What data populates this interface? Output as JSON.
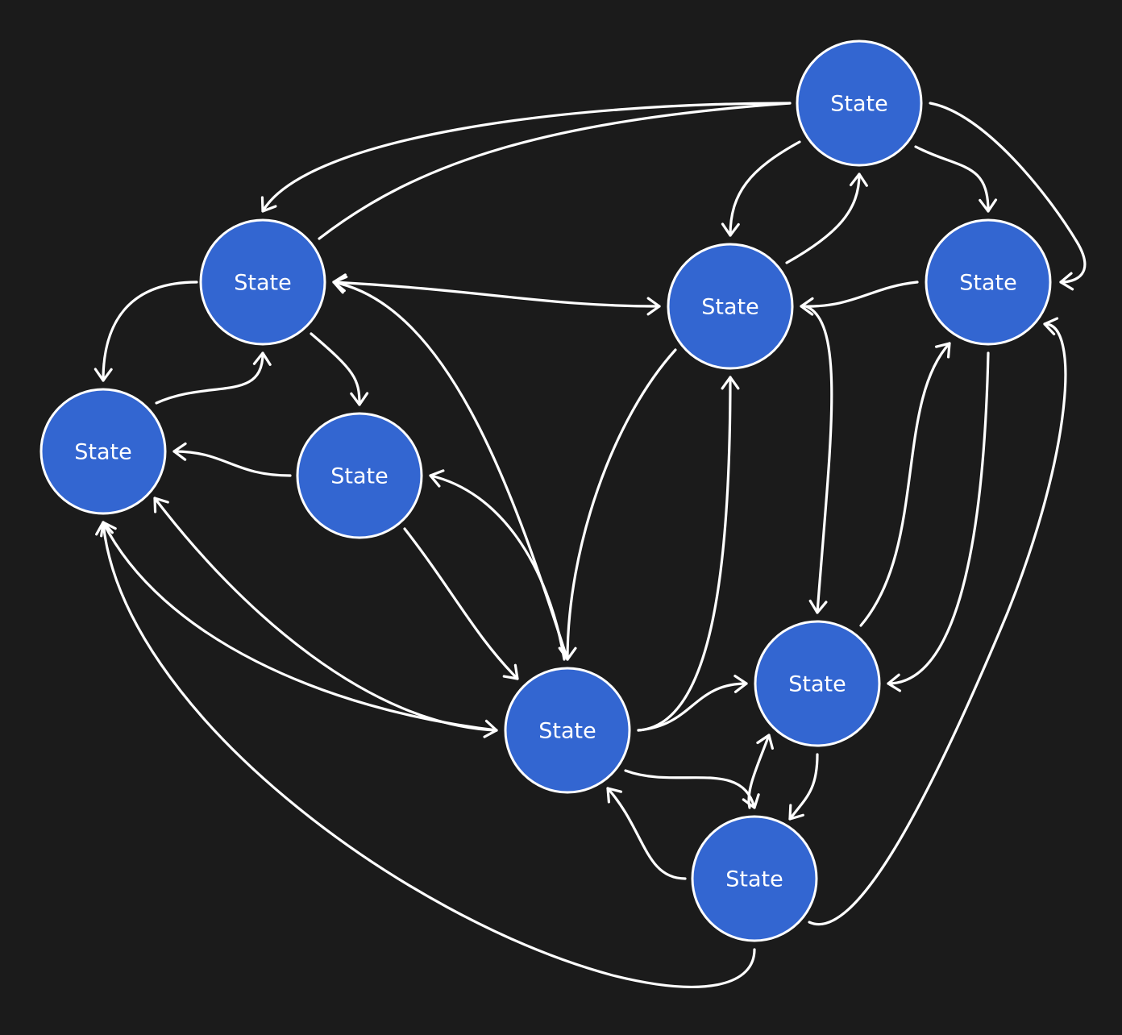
{
  "diagram": {
    "type": "state-diagram",
    "colors": {
      "background": "#1b1b1b",
      "node_fill": "#3366d1",
      "node_stroke": "#ffffff",
      "edge": "#ffffff",
      "label": "#ffffff"
    },
    "nodes": [
      {
        "id": "s_top",
        "label": "State"
      },
      {
        "id": "s_ul",
        "label": "State"
      },
      {
        "id": "s_center",
        "label": "State"
      },
      {
        "id": "s_right",
        "label": "State"
      },
      {
        "id": "s_left",
        "label": "State"
      },
      {
        "id": "s_mid",
        "label": "State"
      },
      {
        "id": "s_bot",
        "label": "State"
      },
      {
        "id": "s_br",
        "label": "State"
      },
      {
        "id": "s_low",
        "label": "State"
      }
    ],
    "edges": [
      {
        "from": "s_top",
        "to": "s_ul",
        "directed": true
      },
      {
        "from": "s_ul",
        "to": "s_top",
        "directed": true
      },
      {
        "from": "s_top",
        "to": "s_center",
        "directed": true
      },
      {
        "from": "s_center",
        "to": "s_top",
        "directed": true
      },
      {
        "from": "s_top",
        "to": "s_right",
        "directed": true
      },
      {
        "from": "s_top",
        "to": "s_right",
        "directed": true
      },
      {
        "from": "s_ul",
        "to": "s_center",
        "directed": true,
        "bidirectional": true
      },
      {
        "from": "s_ul",
        "to": "s_left",
        "directed": true
      },
      {
        "from": "s_left",
        "to": "s_ul",
        "directed": true
      },
      {
        "from": "s_ul",
        "to": "s_mid",
        "directed": true
      },
      {
        "from": "s_bot",
        "to": "s_ul",
        "directed": true
      },
      {
        "from": "s_mid",
        "to": "s_left",
        "directed": true
      },
      {
        "from": "s_mid",
        "to": "s_bot",
        "directed": true
      },
      {
        "from": "s_bot",
        "to": "s_mid",
        "directed": true
      },
      {
        "from": "s_center",
        "to": "s_bot",
        "directed": true
      },
      {
        "from": "s_bot",
        "to": "s_center",
        "directed": true
      },
      {
        "from": "s_right",
        "to": "s_center",
        "directed": true
      },
      {
        "from": "s_center",
        "to": "s_br",
        "directed": true
      },
      {
        "from": "s_br",
        "to": "s_right",
        "directed": true
      },
      {
        "from": "s_right",
        "to": "s_br",
        "directed": true
      },
      {
        "from": "s_left",
        "to": "s_bot",
        "directed": true,
        "bidirectional": true
      },
      {
        "from": "s_bot",
        "to": "s_left",
        "directed": true
      },
      {
        "from": "s_bot",
        "to": "s_br",
        "directed": true
      },
      {
        "from": "s_bot",
        "to": "s_low",
        "directed": true
      },
      {
        "from": "s_low",
        "to": "s_bot",
        "directed": true
      },
      {
        "from": "s_br",
        "to": "s_low",
        "directed": true
      },
      {
        "from": "s_low",
        "to": "s_br",
        "directed": true
      },
      {
        "from": "s_low",
        "to": "s_left",
        "directed": true
      },
      {
        "from": "s_low",
        "to": "s_right",
        "directed": true
      }
    ]
  }
}
